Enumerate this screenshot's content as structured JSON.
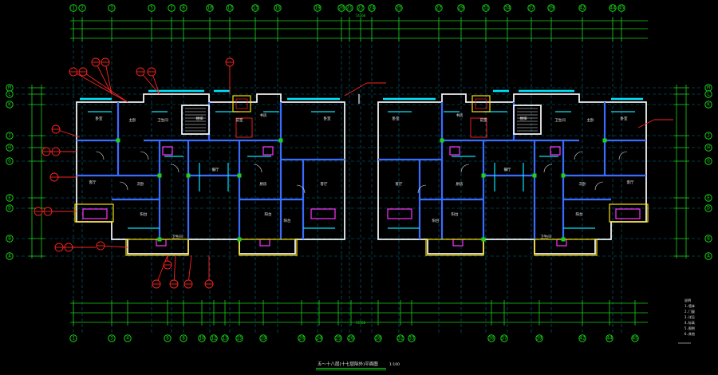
{
  "drawing": {
    "title": "五～十八层(十七层除外)平面图",
    "scale": "1:100",
    "total_dim_top": "54360",
    "total_dim_bottom": "54360"
  },
  "axes_vertical": [
    "1",
    "2",
    "3",
    "5",
    "7",
    "8",
    "10",
    "12",
    "13",
    "15",
    "19",
    "20",
    "21",
    "22",
    "24",
    "25",
    "27",
    "29",
    "31",
    "34",
    "37",
    "39",
    "42",
    "44",
    "45"
  ],
  "axes_bottom": [
    "1",
    "3",
    "4",
    "6",
    "8",
    "10",
    "12",
    "13",
    "15",
    "19",
    "20",
    "24",
    "25",
    "26",
    "28",
    "32",
    "33",
    "36",
    "37",
    "39",
    "42",
    "44",
    "45"
  ],
  "axes_horizontal": [
    "M",
    "L",
    "K",
    "J",
    "H",
    "G",
    "E",
    "D",
    "B",
    "A"
  ],
  "rooms": [
    "卧室",
    "客厅",
    "厨房",
    "卫生间",
    "书房",
    "餐厅",
    "阳台",
    "主卧",
    "次卧",
    "电梯",
    "楼梯",
    "前室",
    "管井"
  ],
  "legend": [
    "说明",
    "1.墙体",
    "2.门窗",
    "3.详见",
    "4.标高",
    "5.图例",
    "6.其他"
  ],
  "colors": {
    "axis_green": "#19d219",
    "grid_blue": "#00c8ff",
    "wall_white": "#f0f0f0",
    "wall_blue": "#3a6cff",
    "accent_magenta": "#ff33ff",
    "accent_yellow": "#ffe000",
    "tag_red": "#ff2222"
  }
}
